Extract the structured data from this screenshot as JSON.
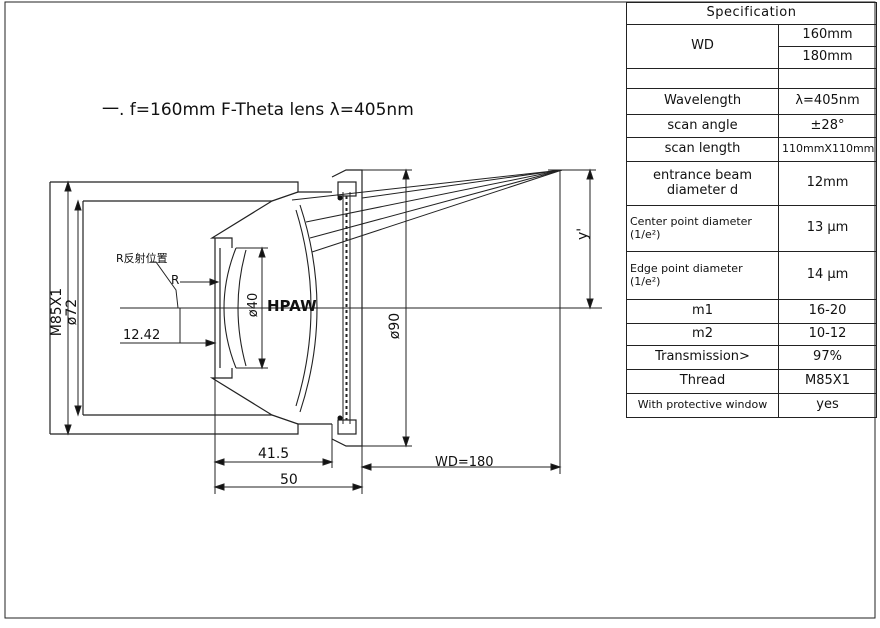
{
  "title": "一. f=160mm F-Theta lens   λ=405nm",
  "drawing": {
    "labels": {
      "thread": "M85X1",
      "d72": "ø72",
      "d40": "ø40",
      "d90": "ø90",
      "r_note": "R反射位置",
      "r": "R",
      "dim_1242": "12.42",
      "hpaw": "HPAW",
      "yprime": "y'",
      "dim_415": "41.5",
      "dim_50": "50",
      "wd": "WD=180"
    }
  },
  "spec": {
    "header": "Specification",
    "rows": [
      {
        "param": "",
        "value": "160mm"
      },
      {
        "param": "WD",
        "value": "180mm"
      },
      {
        "param": "",
        "value": ""
      },
      {
        "param": "Wavelength",
        "value": "λ=405nm"
      },
      {
        "param": "scan angle",
        "value": "±28°"
      },
      {
        "param": "scan length",
        "value": "110mmX110mm"
      },
      {
        "param": "entrance beam diameter d",
        "value": "12mm"
      },
      {
        "param": "Center point diameter (1/e²)",
        "value": "13 μm"
      },
      {
        "param": "Edge point diameter (1/e²)",
        "value": "14 μm"
      },
      {
        "param": "m1",
        "value": "16-20"
      },
      {
        "param": "m2",
        "value": "10-12"
      },
      {
        "param": "Transmission>",
        "value": "97%"
      },
      {
        "param": "Thread",
        "value": "M85X1"
      },
      {
        "param": "With protective window",
        "value": "yes"
      }
    ]
  }
}
